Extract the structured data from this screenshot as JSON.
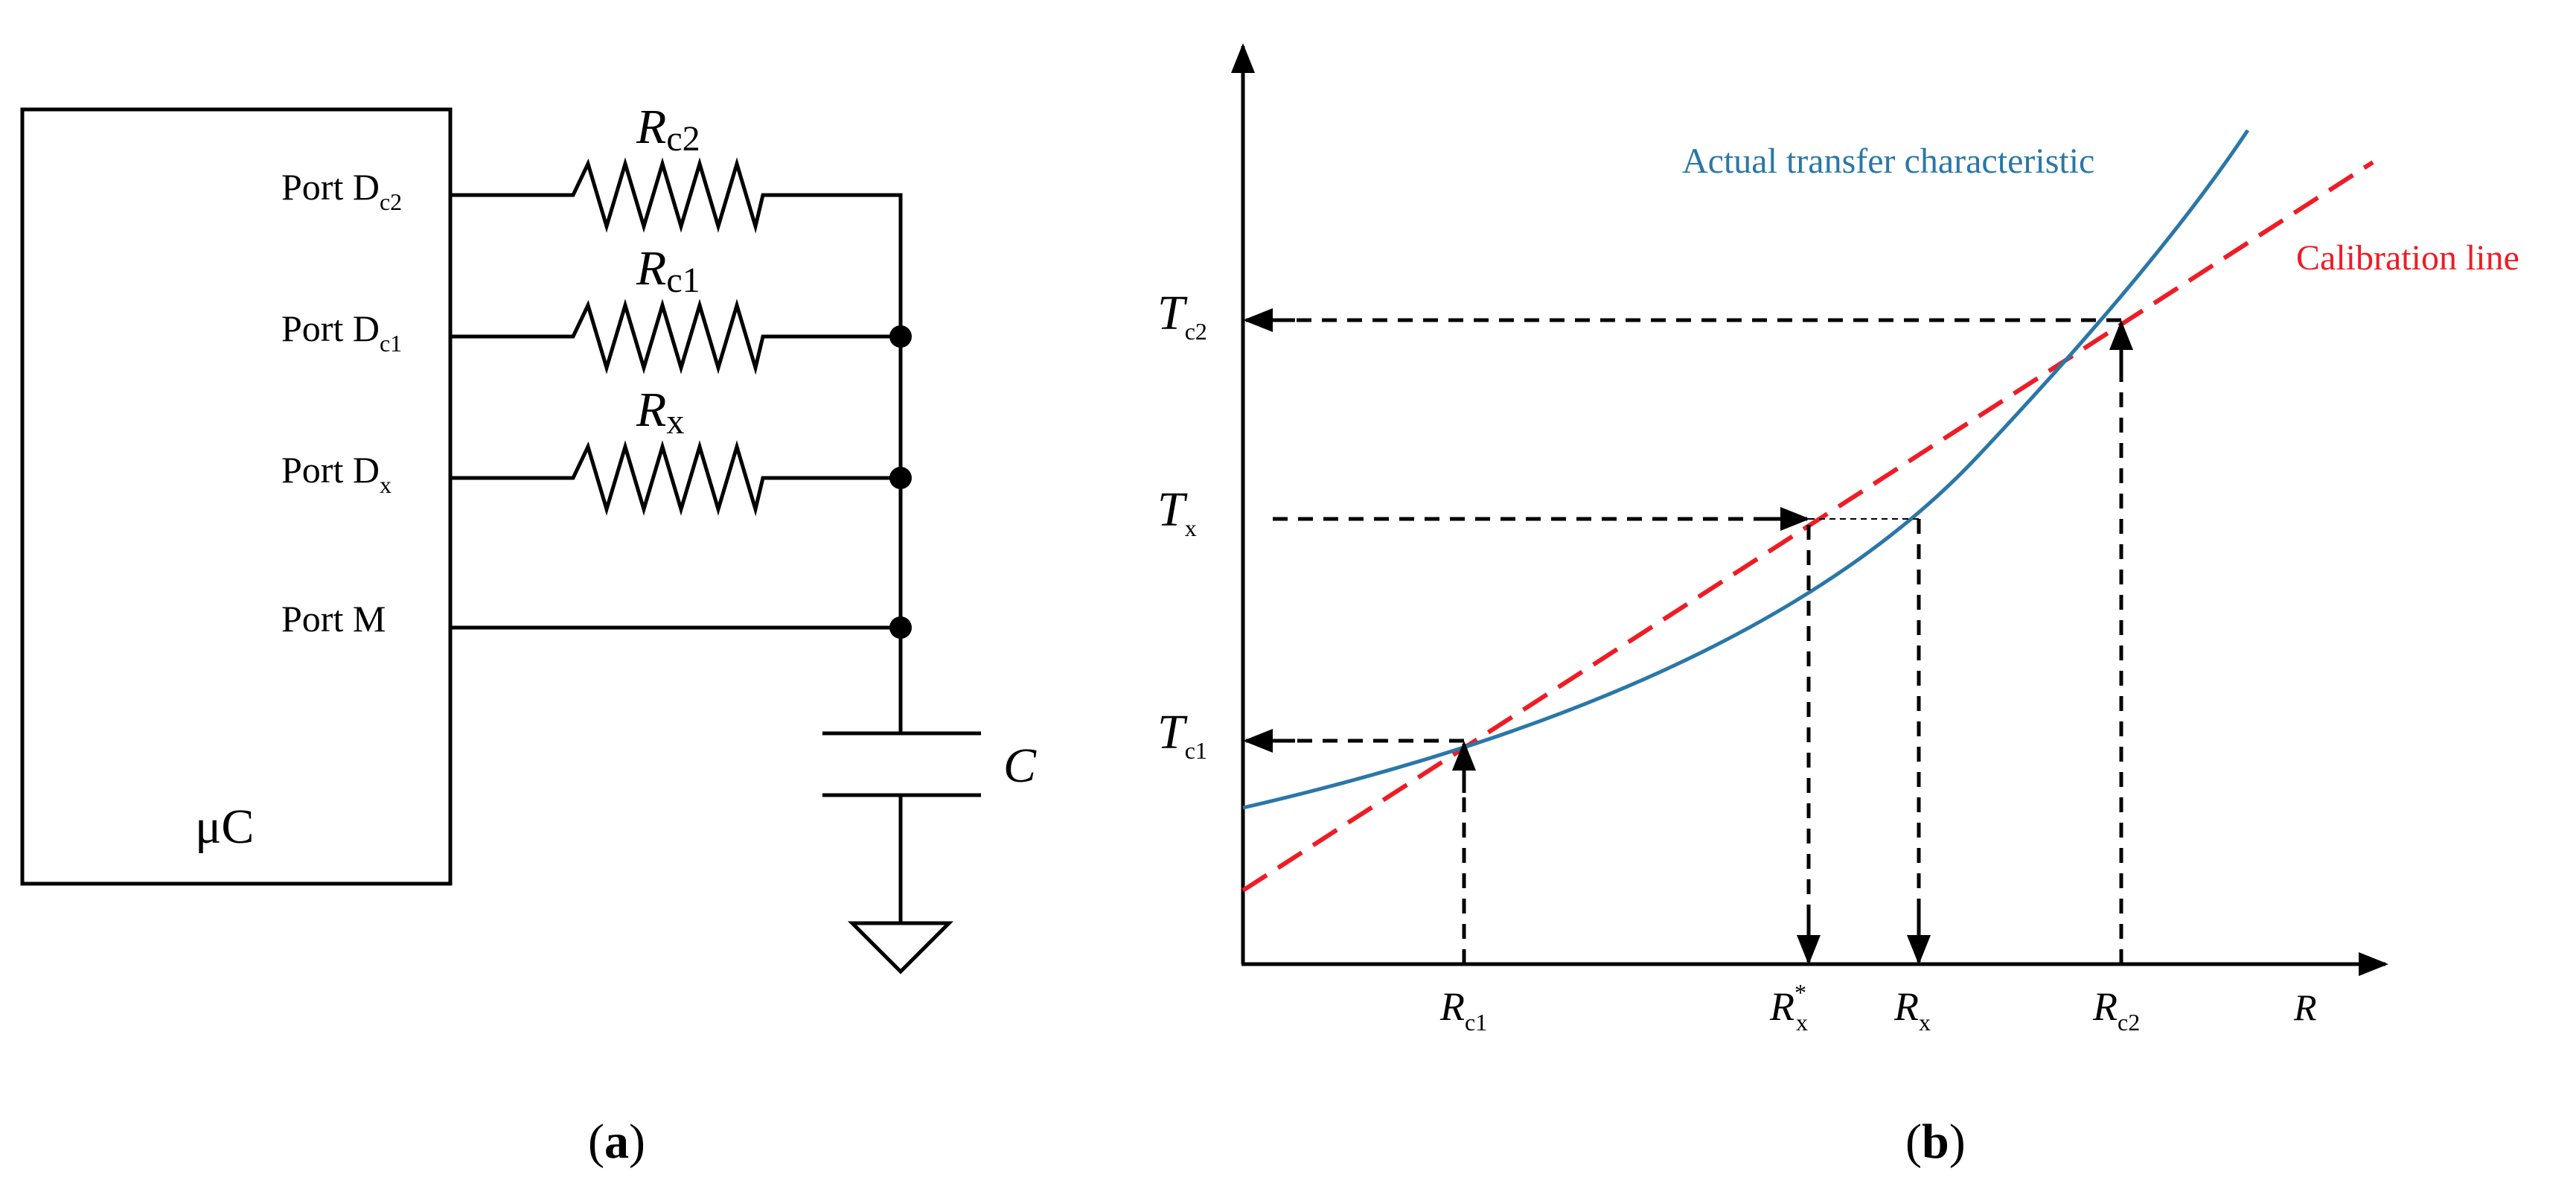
{
  "panel_a": {
    "caption": "(a)",
    "mcu_label": "μC",
    "ports": [
      {
        "name": "Port D",
        "sub": "c2"
      },
      {
        "name": "Port D",
        "sub": "c1"
      },
      {
        "name": "Port D",
        "sub": "x"
      },
      {
        "name": "Port M",
        "sub": ""
      }
    ],
    "resistors": [
      {
        "name": "R",
        "sub": "c2"
      },
      {
        "name": "R",
        "sub": "c1"
      },
      {
        "name": "R",
        "sub": "x"
      }
    ],
    "capacitor_label": "C"
  },
  "panel_b": {
    "caption": "(b)",
    "curve_label": "Actual transfer characteristic",
    "line_label": "Calibration line",
    "colors": {
      "curve": "#2a77a8",
      "line": "#ee1c25",
      "axes": "#000000"
    },
    "y_ticks": [
      {
        "name": "T",
        "sub": "c2"
      },
      {
        "name": "T",
        "sub": "x"
      },
      {
        "name": "T",
        "sub": "c1"
      }
    ],
    "x_ticks": [
      {
        "name": "R",
        "sub": "c1",
        "sup": ""
      },
      {
        "name": "R",
        "sub": "x",
        "sup": "*"
      },
      {
        "name": "R",
        "sub": "x",
        "sup": ""
      },
      {
        "name": "R",
        "sub": "c2",
        "sup": ""
      }
    ],
    "x_axis_label": "R"
  }
}
